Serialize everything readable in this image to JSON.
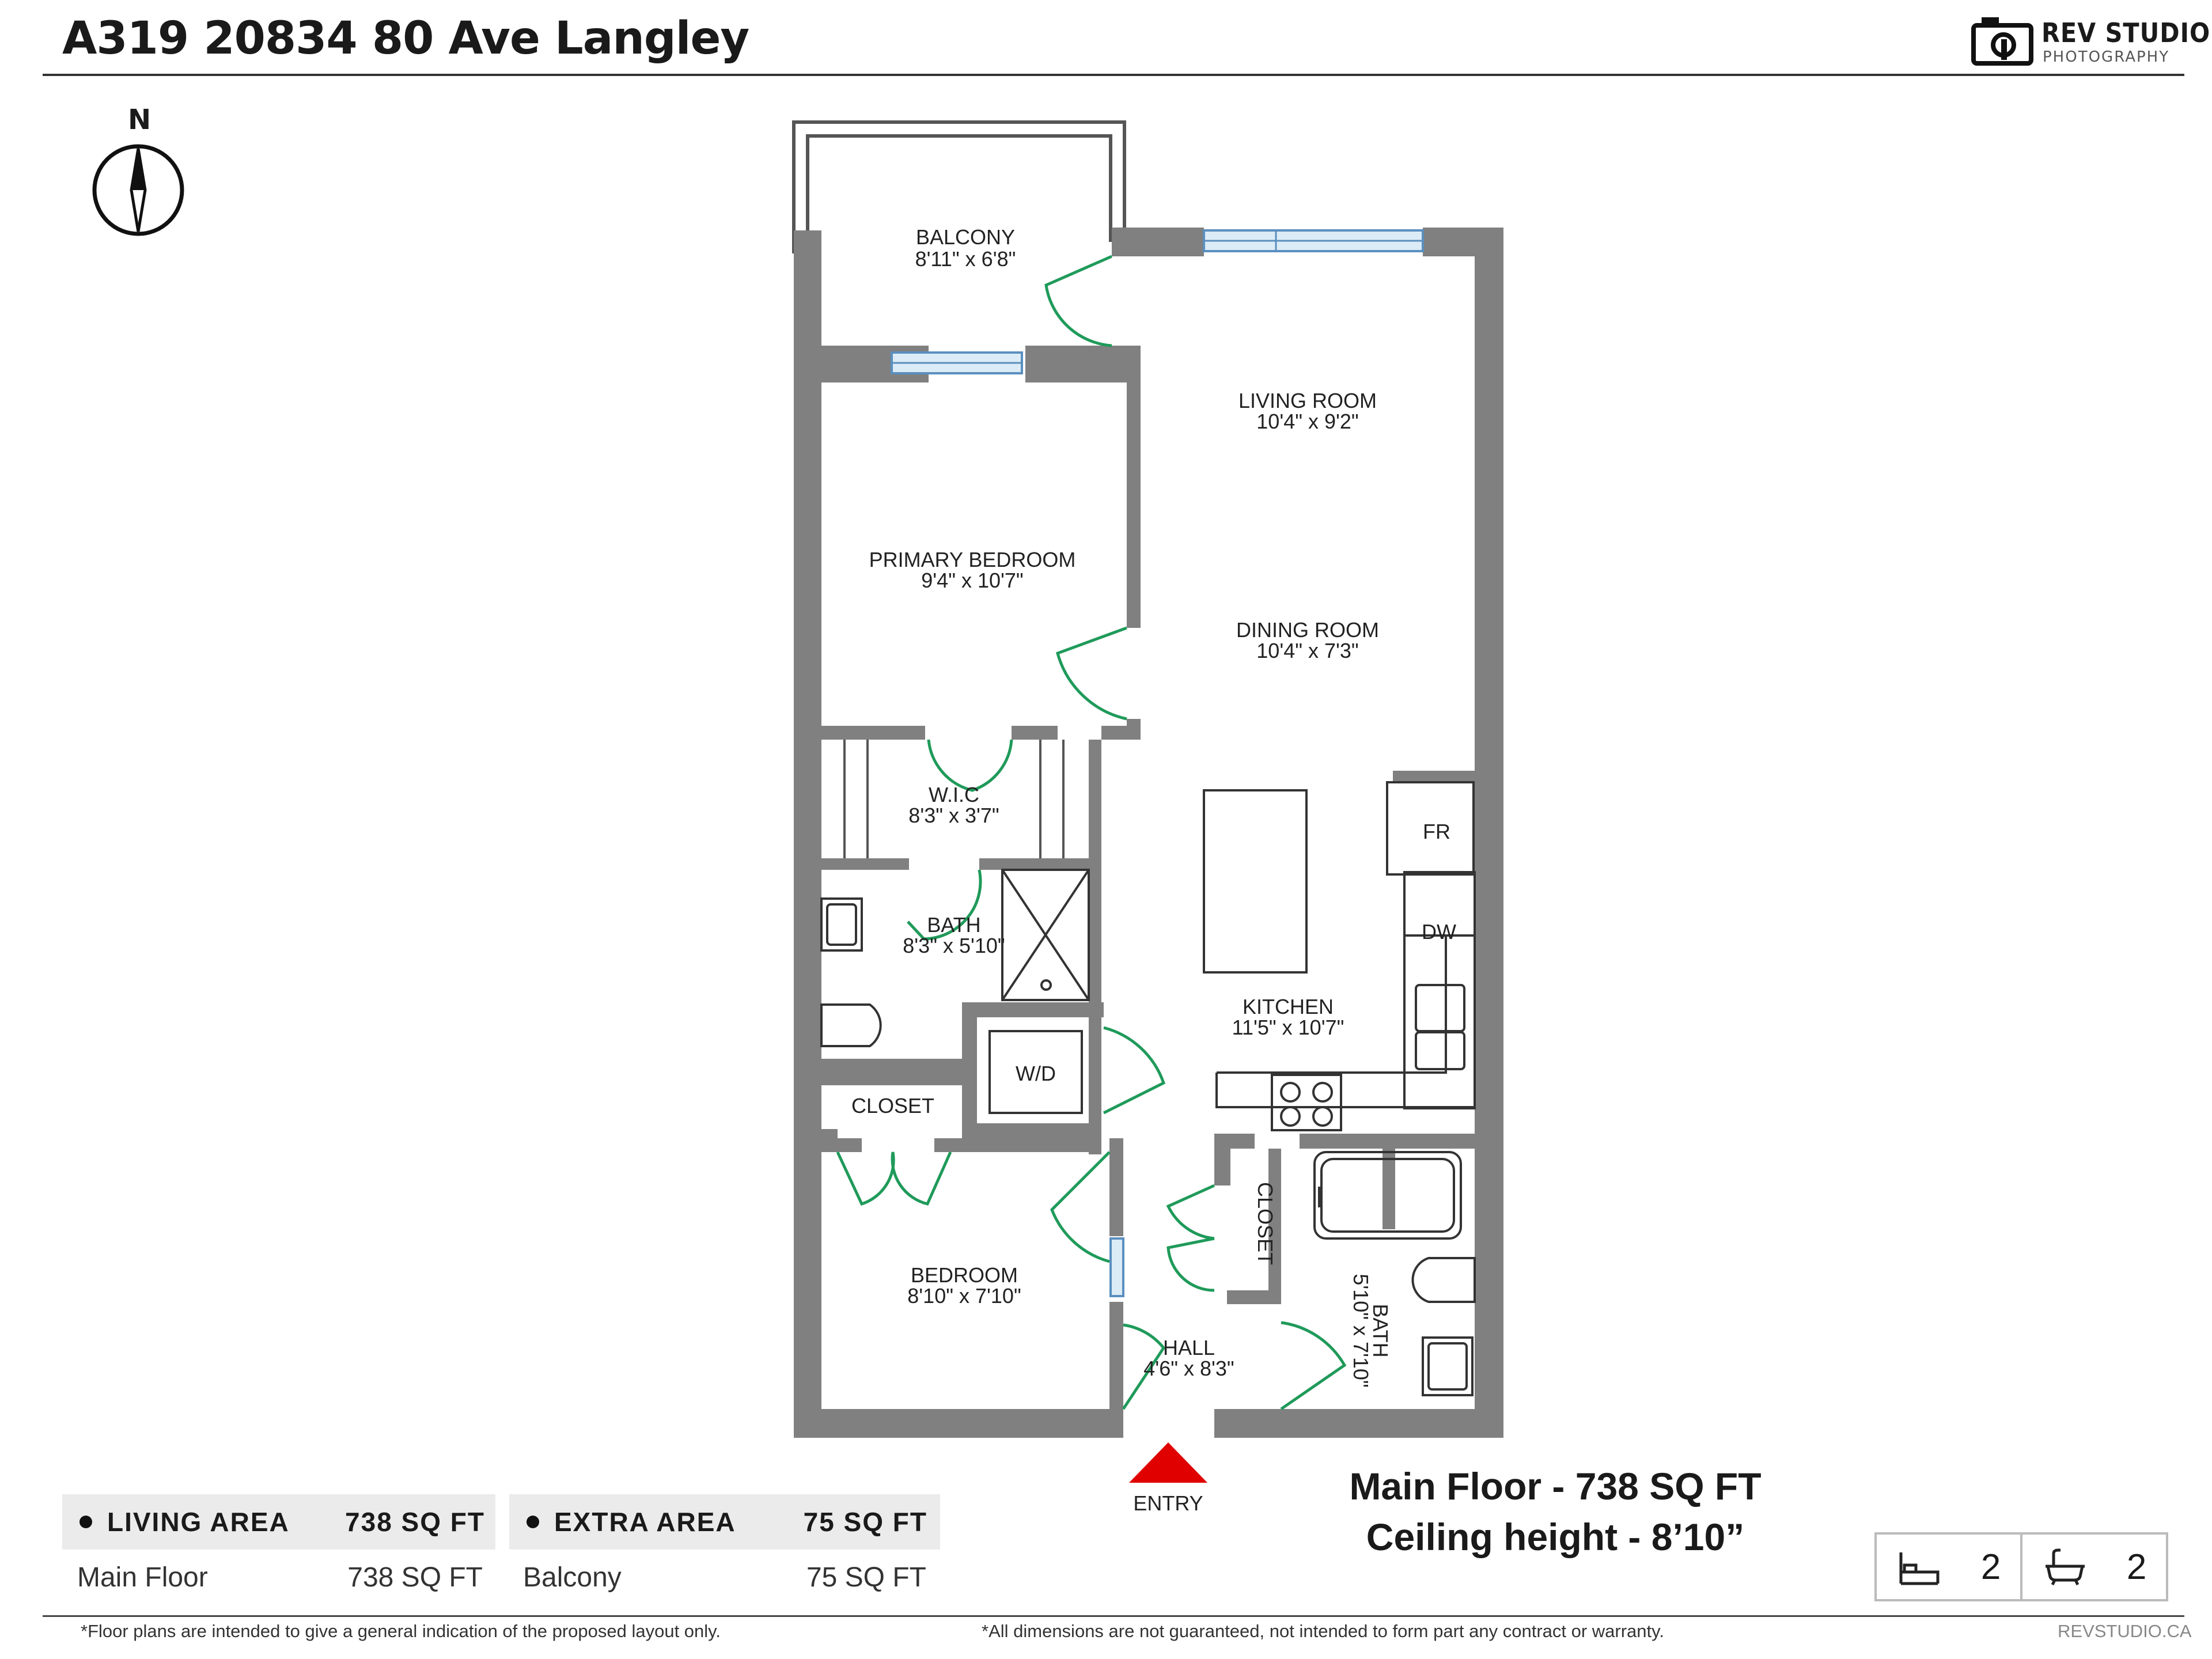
{
  "header": {
    "address": "A319 20834 80 Ave Langley",
    "brand_name": "REV STUDIO",
    "brand_sub": "PHOTOGRAPHY"
  },
  "compass": {
    "north_label": "N"
  },
  "rooms": {
    "balcony": {
      "name": "BALCONY",
      "dims": "8'11\" x 6'8\""
    },
    "living": {
      "name": "LIVING ROOM",
      "dims": "10'4\" x 9'2\""
    },
    "primary_bedroom": {
      "name": "PRIMARY BEDROOM",
      "dims": "9'4\" x 10'7\""
    },
    "dining": {
      "name": "DINING ROOM",
      "dims": "10'4\" x 7'3\""
    },
    "wic": {
      "name": "W.I.C",
      "dims": "8'3\" x 3'7\""
    },
    "bath1": {
      "name": "BATH",
      "dims": "8'3\" x 5'10\""
    },
    "kitchen": {
      "name": "KITCHEN",
      "dims": "11'5\" x 10'7\""
    },
    "closet1": {
      "name": "CLOSET"
    },
    "closet2": {
      "name": "CLOSET"
    },
    "bedroom": {
      "name": "BEDROOM",
      "dims": "8'10\" x 7'10\""
    },
    "hall": {
      "name": "HALL",
      "dims": "4'6\" x 8'3\""
    },
    "bath2": {
      "name": "BATH",
      "dims": "5'10\" x 7'10\""
    }
  },
  "appliances": {
    "fridge": "FR",
    "dishwasher": "DW",
    "washer_dryer": "W/D"
  },
  "entry_label": "ENTRY",
  "living_area": {
    "heading": "LIVING AREA",
    "total": "738 SQ FT",
    "rows": [
      {
        "label": "Main Floor",
        "value": "738 SQ FT"
      }
    ]
  },
  "extra_area": {
    "heading": "EXTRA AREA",
    "total": "75 SQ FT",
    "rows": [
      {
        "label": "Balcony",
        "value": "75 SQ FT"
      }
    ]
  },
  "summary": {
    "line1": "Main Floor - 738 SQ FT",
    "line2": "Ceiling height - 8’10”"
  },
  "counts": {
    "bedrooms": "2",
    "bathrooms": "2"
  },
  "footer": {
    "left": "*Floor plans are intended to give a general indication of the proposed layout only.",
    "center": "*All dimensions are not guaranteed, not intended to form part any contract or warranty.",
    "right": "REVSTUDIO.CA"
  },
  "colors": {
    "wall": "#808080",
    "door": "#1f9a5a",
    "window": "#7db3d6",
    "entry": "#e00000"
  }
}
